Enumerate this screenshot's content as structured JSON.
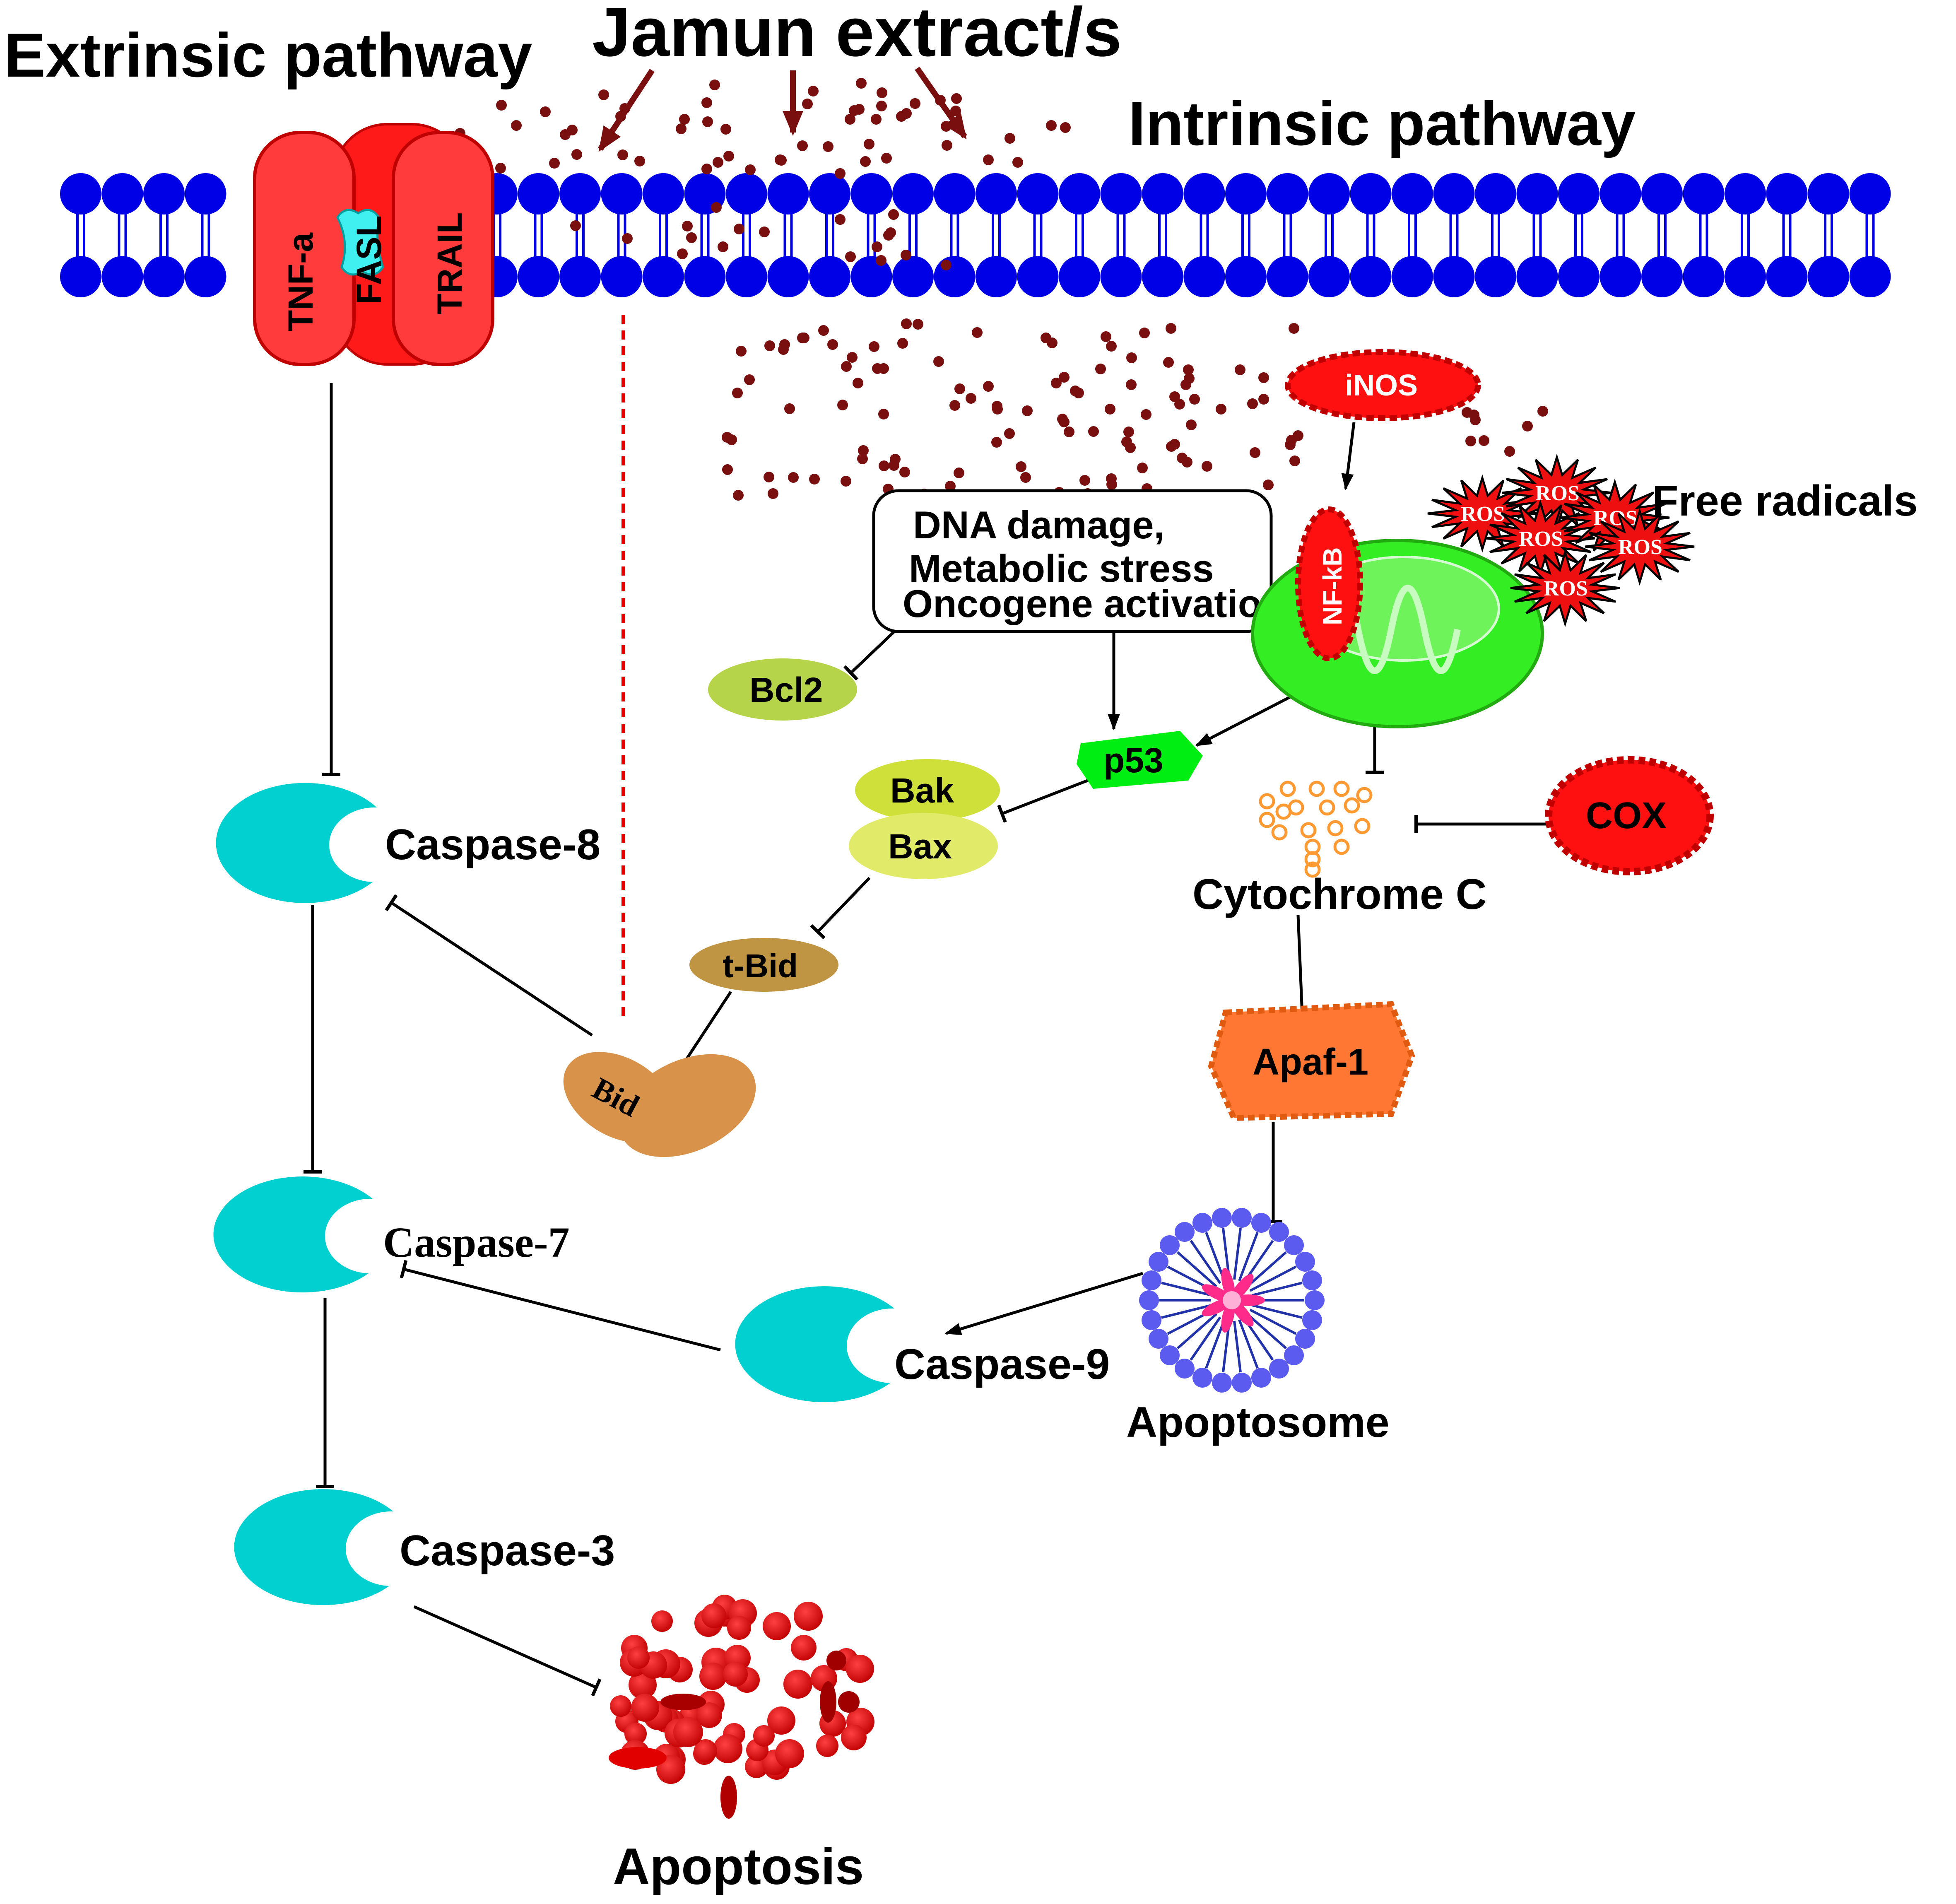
{
  "titles": {
    "extrinsic": "Extrinsic pathway",
    "jamun": "Jamun extract/s",
    "intrinsic": "Intrinsic pathway",
    "free_radicals": "Free radicals"
  },
  "receptors": {
    "tnf": "TNF-a",
    "fasl": "FASL",
    "trail": "TRAIL"
  },
  "stress_box": {
    "line1": "DNA damage,",
    "line2": "Metabolic stress",
    "line3": "Oncogene activation"
  },
  "nodes": {
    "inos": "iNOS",
    "nfkb": "NF-kB",
    "ros": "ROS",
    "bcl2": "Bcl2",
    "p53": "p53",
    "bak": "Bak",
    "bax": "Bax",
    "tbid": "t-Bid",
    "bid": "Bid",
    "cytochrome_c": "Cytochrome C",
    "cox": "COX",
    "apaf1": "Apaf-1",
    "apoptosome": "Apoptosome",
    "caspase8": "Caspase-8",
    "caspase7": "Caspase-7",
    "caspase9": "Caspase-9",
    "caspase3": "Caspase-3",
    "apoptosis": "Apoptosis"
  },
  "colors": {
    "membrane": "#0000e6",
    "receptor": "#ff2b2b",
    "fasl": "#40f0f0",
    "caspase": "#00d0d0",
    "mitochondrion": "#33ee22",
    "extract_dots": "#7a0f0f",
    "bcl2": "#b6d44a",
    "bak": "#cfe03a",
    "bax": "#e2ea6a",
    "tbid": "#bf9443",
    "bid": "#d9924a",
    "p53": "#00ee11",
    "apaf1": "#ff7733",
    "cox": "#ff1010",
    "apoptosome_lipid": "#5b5bf0",
    "apoptosis_cells": "#e00000"
  }
}
